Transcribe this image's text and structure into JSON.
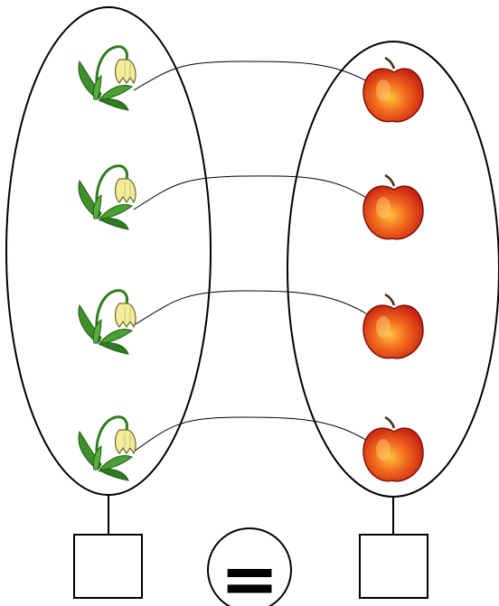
{
  "diagram": {
    "left_group": {
      "item_icon": "snowdrop-flower-icon",
      "count": 4
    },
    "right_group": {
      "item_icon": "red-apple-icon",
      "count": 4
    },
    "matching_lines": 4,
    "left_answer_box": "",
    "right_answer_box": "",
    "comparison_sign": "="
  },
  "colors": {
    "stroke": "#000000",
    "leaf_green": "#3f8f2a",
    "petal_yellow": "#f3ec9c",
    "apple_red": "#e2311b",
    "apple_highlight": "#ffb23a"
  }
}
